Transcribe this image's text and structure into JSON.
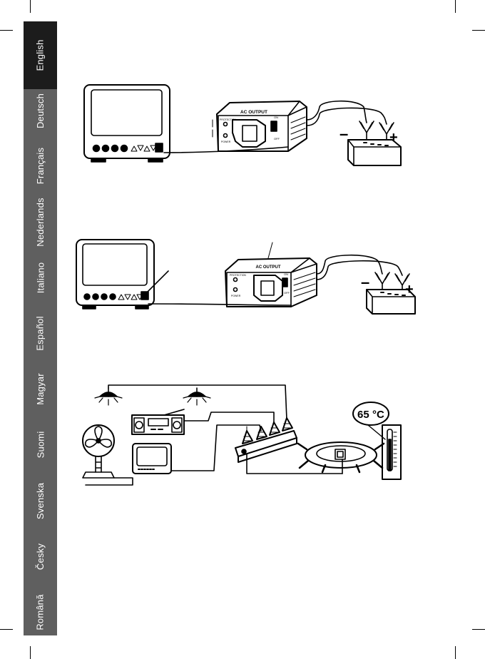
{
  "languages": [
    {
      "label": "English",
      "active": true
    },
    {
      "label": "Deutsch",
      "active": false
    },
    {
      "label": "Français",
      "active": false
    },
    {
      "label": "Nederlands",
      "active": false
    },
    {
      "label": "Italiano",
      "active": false
    },
    {
      "label": "Español",
      "active": false
    },
    {
      "label": "Magyar",
      "active": false
    },
    {
      "label": "Suomi",
      "active": false
    },
    {
      "label": "Svenska",
      "active": false
    },
    {
      "label": "Česky",
      "active": false
    },
    {
      "label": "Română",
      "active": false
    }
  ],
  "figure1": {
    "ac_output": "AC OUTPUT",
    "protection": "PROTECTION",
    "power": "POWER",
    "on": "ON",
    "off": "OFF",
    "minus": "–",
    "plus": "+"
  },
  "figure2": {
    "ac_output": "AC OUTPUT",
    "protection": "PROTECTION",
    "power": "POWER",
    "on": "ON",
    "off": "OFF",
    "minus": "–",
    "plus": "+"
  },
  "figure3": {
    "temperature": "65",
    "unit": "°C"
  },
  "colors": {
    "sidebar": "#5f5f5f",
    "sidebar_active": "#1c1c1c",
    "tab_text": "#ffffff",
    "line": "#000000"
  }
}
